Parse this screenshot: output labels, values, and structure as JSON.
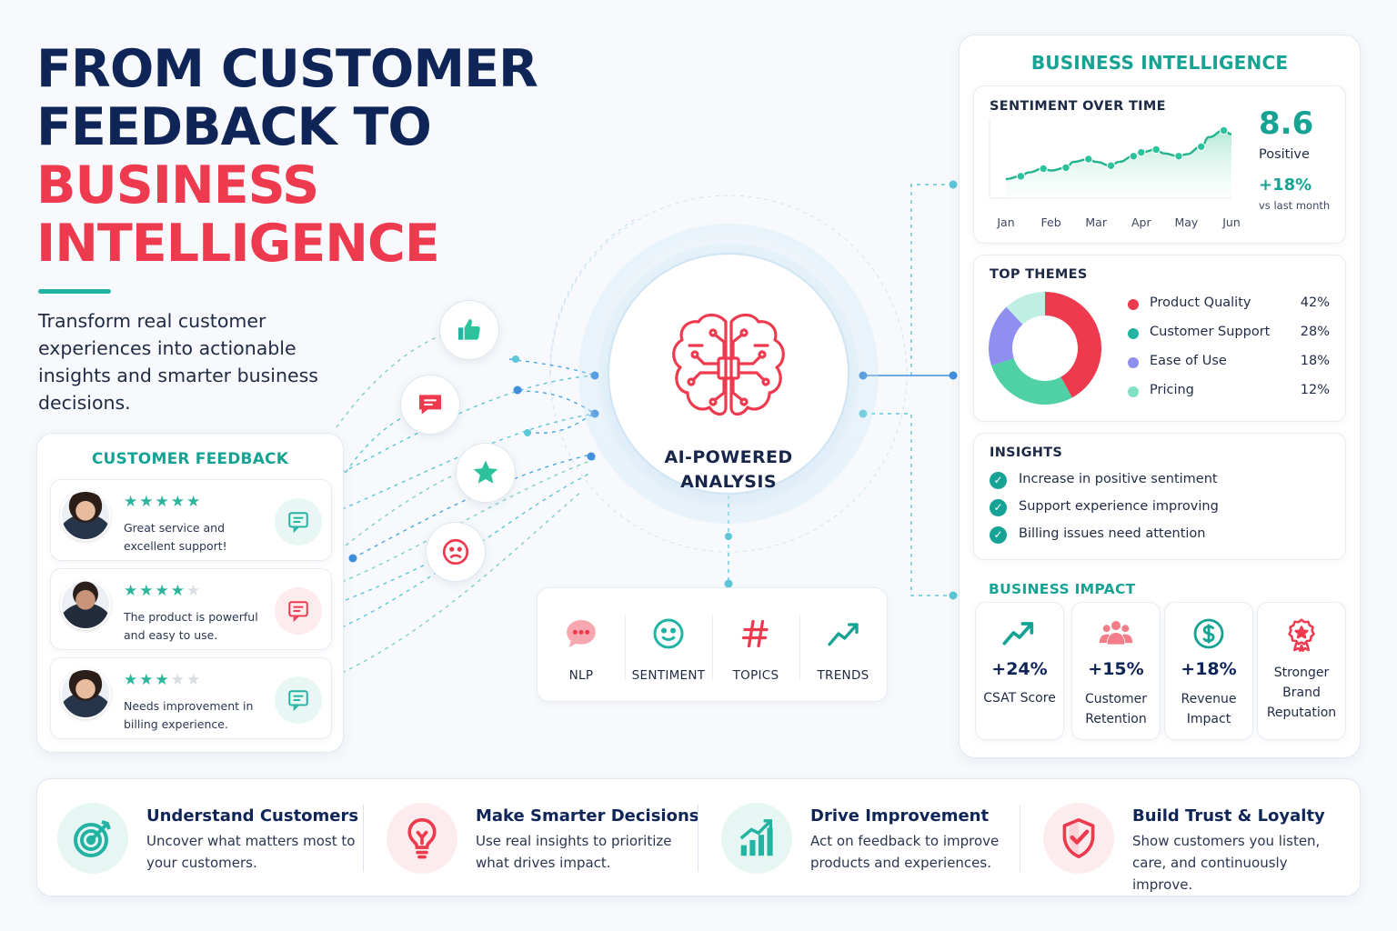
{
  "headline": {
    "line1": "FROM CUSTOMER",
    "line2": "FEEDBACK TO",
    "line3": "BUSINESS",
    "line4": "INTELLIGENCE"
  },
  "subtitle": "Transform real customer experiences into actionable insights and smarter business decisions.",
  "customer_feedback": {
    "title": "CUSTOMER FEEDBACK",
    "items": [
      {
        "stars": 5,
        "text": "Great service and excellent support!",
        "accent": "#22b3a3"
      },
      {
        "stars": 4,
        "text": "The product is powerful and easy to use.",
        "accent": "#ee3a4f"
      },
      {
        "stars": 3,
        "text": "Needs improvement in billing experience.",
        "accent": "#22b3a3"
      }
    ]
  },
  "floating_icons": [
    "thumbs-up-icon",
    "chat-bubble-icon",
    "star-icon",
    "sad-face-icon"
  ],
  "center": {
    "label_line1": "AI-POWERED",
    "label_line2": "ANALYSIS"
  },
  "tools": [
    {
      "label": "NLP",
      "icon": "speech-bubble-icon",
      "color": "#ee3a4f"
    },
    {
      "label": "SENTIMENT",
      "icon": "smiley-icon",
      "color": "#22b3a3"
    },
    {
      "label": "TOPICS",
      "icon": "hashtag-icon",
      "color": "#ee3a4f"
    },
    {
      "label": "TRENDS",
      "icon": "trend-line-icon",
      "color": "#17a394"
    }
  ],
  "business_intelligence": {
    "title": "BUSINESS INTELLIGENCE",
    "sentiment": {
      "title": "SENTIMENT OVER TIME",
      "score": "8.6",
      "score_label": "Positive",
      "delta": "+18%",
      "delta_label": "vs last month"
    },
    "top_themes": {
      "title": "TOP THEMES",
      "items": [
        {
          "name": "Product Quality",
          "pct": "42%",
          "color": "#ee3a4f"
        },
        {
          "name": "Customer Support",
          "pct": "28%",
          "color": "#22b3a3"
        },
        {
          "name": "Ease of Use",
          "pct": "18%",
          "color": "#8f8ff0"
        },
        {
          "name": "Pricing",
          "pct": "12%",
          "color": "#7fe0c4"
        }
      ]
    },
    "insights": {
      "title": "INSIGHTS",
      "items": [
        "Increase in positive sentiment",
        "Support experience improving",
        "Billing issues need attention"
      ]
    },
    "business_impact": {
      "title": "BUSINESS IMPACT",
      "items": [
        {
          "value": "+24%",
          "caption": "CSAT Score",
          "icon": "trend-up-icon"
        },
        {
          "value": "+15%",
          "caption": "Customer Retention",
          "icon": "group-icon"
        },
        {
          "value": "+18%",
          "caption": "Revenue Impact",
          "icon": "dollar-icon"
        },
        {
          "value": "",
          "caption": "Stronger Brand Reputation",
          "icon": "award-badge-icon"
        }
      ]
    }
  },
  "benefits": [
    {
      "title": "Understand Customers",
      "desc": "Uncover what matters most to your customers.",
      "icon": "target-icon"
    },
    {
      "title": "Make Smarter Decisions",
      "desc": "Use real insights to prioritize what drives impact.",
      "icon": "lightbulb-icon"
    },
    {
      "title": "Drive Improvement",
      "desc": "Act on feedback to improve products and experiences.",
      "icon": "growth-chart-icon"
    },
    {
      "title": "Build Trust & Loyalty",
      "desc": "Show customers you listen, care, and continuously improve.",
      "icon": "shield-check-icon"
    }
  ],
  "chart_data": [
    {
      "type": "area",
      "title": "SENTIMENT OVER TIME",
      "categories": [
        "Jan",
        "Feb",
        "Mar",
        "Apr",
        "May",
        "Jun"
      ],
      "x": [
        0,
        0.33,
        0.5,
        0.83,
        1,
        1.33,
        1.5,
        1.83,
        2,
        2.33,
        2.5,
        2.83,
        3,
        3.33,
        3.5,
        3.83,
        4,
        4.33,
        4.5,
        4.83,
        5
      ],
      "values": [
        2.0,
        2.3,
        2.7,
        3.1,
        2.9,
        3.2,
        3.8,
        4.1,
        3.8,
        3.4,
        3.8,
        4.4,
        4.8,
        5.1,
        4.7,
        4.4,
        4.6,
        5.4,
        6.4,
        7.1,
        6.7
      ],
      "ylim": [
        0,
        8
      ]
    },
    {
      "type": "pie",
      "title": "TOP THEMES",
      "categories": [
        "Product Quality",
        "Customer Support",
        "Ease of Use",
        "Pricing"
      ],
      "values": [
        42,
        28,
        18,
        12
      ],
      "colors": [
        "#ee3a4f",
        "#4fd1a5",
        "#8f8ff0",
        "#bfeee3"
      ]
    }
  ]
}
